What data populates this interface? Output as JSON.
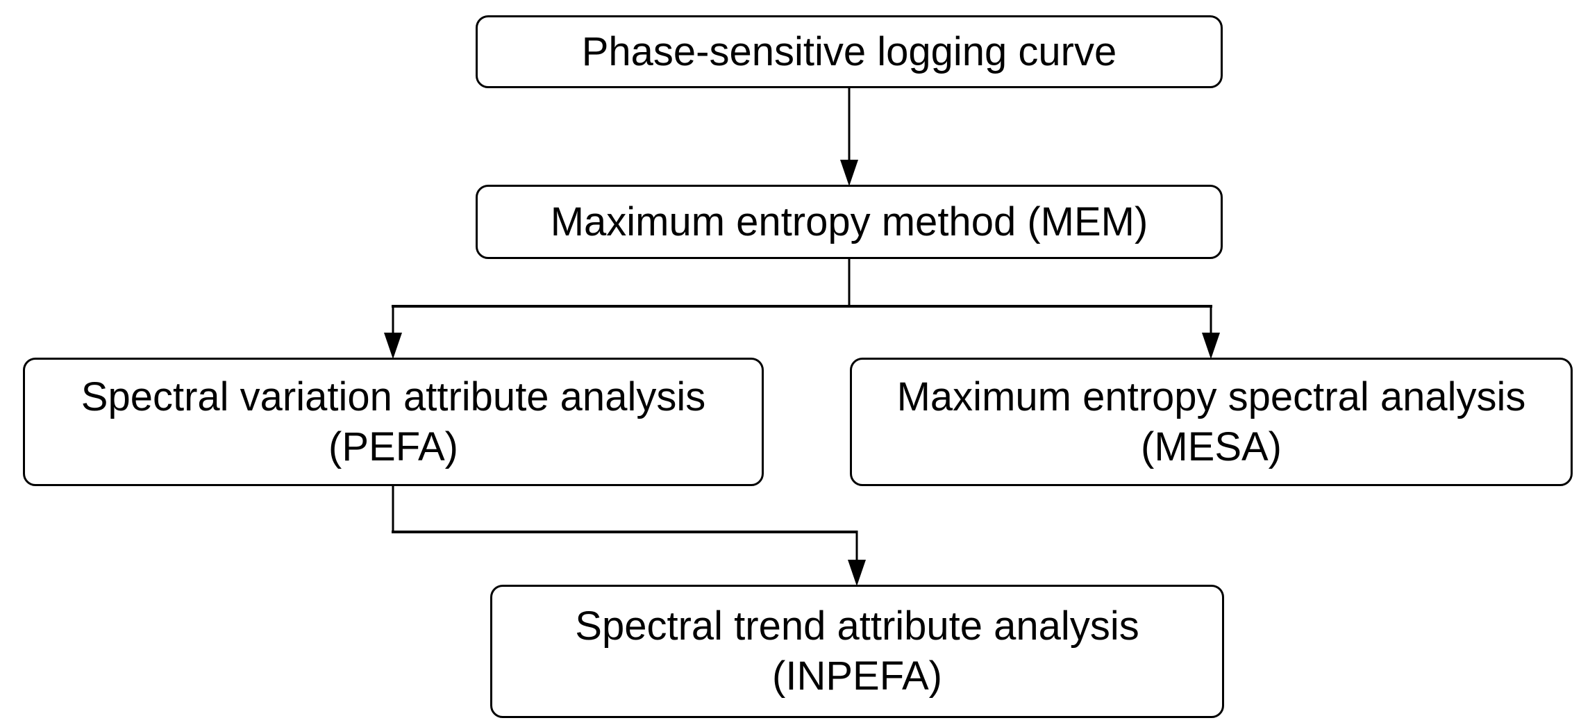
{
  "diagram": {
    "type": "flowchart",
    "background_color": "#ffffff",
    "line_color": "#000000",
    "node_fill_color": "#ffffff",
    "text_color": "#000000",
    "nodes": [
      {
        "id": "logging-curve",
        "lines": [
          "Phase-sensitive logging curve"
        ]
      },
      {
        "id": "mem",
        "lines": [
          "Maximum entropy method (MEM)"
        ]
      },
      {
        "id": "pefa",
        "lines": [
          "Spectral variation attribute analysis",
          "(PEFA)"
        ]
      },
      {
        "id": "mesa",
        "lines": [
          "Maximum entropy spectral analysis",
          "(MESA)"
        ]
      },
      {
        "id": "inpefa",
        "lines": [
          "Spectral trend attribute analysis",
          "(INPEFA)"
        ]
      }
    ],
    "edges": [
      {
        "from": "logging-curve",
        "to": "mem"
      },
      {
        "from": "mem",
        "to": "pefa"
      },
      {
        "from": "mem",
        "to": "mesa"
      },
      {
        "from": "pefa",
        "to": "inpefa"
      }
    ]
  }
}
